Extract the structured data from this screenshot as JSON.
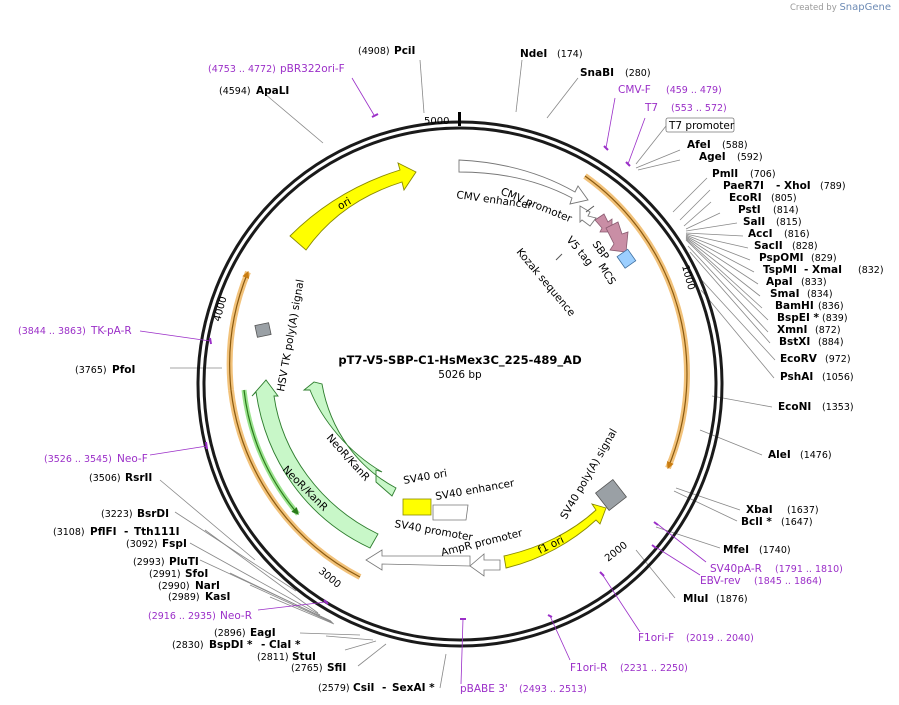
{
  "credit": {
    "prefix": "Created by",
    "brand": "SnapGene"
  },
  "plasmid": {
    "name": "pT7-V5-SBP-C1-HsMex3C_225-489_AD",
    "size_label": "5026 bp"
  },
  "ruler_ticks": [
    "1000",
    "2000",
    "3000",
    "4000",
    "5000"
  ],
  "sites": [
    {
      "name": "NdeI",
      "pos": "(174)"
    },
    {
      "name": "SnaBI",
      "pos": "(280)"
    },
    {
      "name": "AfeI",
      "pos": "(588)"
    },
    {
      "name": "AgeI",
      "pos": "(592)"
    },
    {
      "name": "PmlI",
      "pos": "(706)"
    },
    {
      "name": "PaeR7I",
      "sep": "-",
      "name2": "XhoI",
      "pos": "(789)"
    },
    {
      "name": "EcoRI",
      "pos": "(805)"
    },
    {
      "name": "PstI",
      "pos": "(814)"
    },
    {
      "name": "SalI",
      "pos": "(815)"
    },
    {
      "name": "AccI",
      "pos": "(816)"
    },
    {
      "name": "SacII",
      "pos": "(828)"
    },
    {
      "name": "PspOMI",
      "pos": "(829)"
    },
    {
      "name": "TspMI",
      "sep": "-",
      "name2": "XmaI",
      "pos": "(832)"
    },
    {
      "name": "ApaI",
      "pos": "(833)"
    },
    {
      "name": "SmaI",
      "pos": "(834)"
    },
    {
      "name": "BamHI",
      "pos": "(836)"
    },
    {
      "name": "BspEI *",
      "pos": "(839)"
    },
    {
      "name": "XmnI",
      "pos": "(872)"
    },
    {
      "name": "BstXI",
      "pos": "(884)"
    },
    {
      "name": "EcoRV",
      "pos": "(972)"
    },
    {
      "name": "PshAI",
      "pos": "(1056)"
    },
    {
      "name": "EcoNI",
      "pos": "(1353)"
    },
    {
      "name": "AleI",
      "pos": "(1476)"
    },
    {
      "name": "XbaI",
      "pos": "(1637)"
    },
    {
      "name": "BclI *",
      "pos": "(1647)"
    },
    {
      "name": "MfeI",
      "pos": "(1740)"
    },
    {
      "name": "MluI",
      "pos": "(1876)"
    },
    {
      "name": "CsiI",
      "sep": "-",
      "name2": "SexAI *",
      "pos": "(2579)"
    },
    {
      "name": "SfiI",
      "pos": "(2765)"
    },
    {
      "name": "StuI",
      "pos": "(2811)"
    },
    {
      "name": "BspDI *",
      "sep": "-",
      "name2": "ClaI *",
      "pos": "(2830)"
    },
    {
      "name": "EagI",
      "pos": "(2896)"
    },
    {
      "name": "KasI",
      "pos": "(2989)"
    },
    {
      "name": "NarI",
      "pos": "(2990)"
    },
    {
      "name": "SfoI",
      "pos": "(2991)"
    },
    {
      "name": "PluTI",
      "pos": "(2993)"
    },
    {
      "name": "FspI",
      "pos": "(3092)"
    },
    {
      "name": "PflFI",
      "sep": "-",
      "name2": "Tth111I",
      "pos": "(3108)"
    },
    {
      "name": "BsrDI",
      "pos": "(3223)"
    },
    {
      "name": "RsrII",
      "pos": "(3506)"
    },
    {
      "name": "PfoI",
      "pos": "(3765)"
    },
    {
      "name": "ApaLI",
      "pos": "(4594)"
    },
    {
      "name": "PciI",
      "pos": "(4908)"
    }
  ],
  "primers": [
    {
      "name": "CMV-F",
      "pos": "(459 .. 479)"
    },
    {
      "name": "T7",
      "pos": "(553 .. 572)"
    },
    {
      "name": "SV40pA-R",
      "pos": "(1791 .. 1810)"
    },
    {
      "name": "EBV-rev",
      "pos": "(1845 .. 1864)"
    },
    {
      "name": "F1ori-F",
      "pos": "(2019 .. 2040)"
    },
    {
      "name": "F1ori-R",
      "pos": "(2231 .. 2250)"
    },
    {
      "name": "pBABE 3'",
      "pos": "(2493 .. 2513)"
    },
    {
      "name": "Neo-R",
      "pos": "(2916 .. 2935)"
    },
    {
      "name": "Neo-F",
      "pos": "(3526 .. 3545)"
    },
    {
      "name": "TK-pA-R",
      "pos": "(3844 .. 3863)"
    },
    {
      "name": "pBR322ori-F",
      "pos": "(4753 .. 4772)"
    }
  ],
  "features": {
    "t7_promoter_box": "T7 promoter",
    "cmv_enhancer": "CMV enhancer",
    "cmv_promoter": "CMV promoter",
    "v5_tag": "V5 tag",
    "sbp": "SBP",
    "mcs": "MCS",
    "kozak": "Kozak sequence",
    "ori": "ori",
    "hsv_tk_polya": "HSV TK poly(A) signal",
    "neo_inner": "NeoR/KanR",
    "neo_outer": "NeoR/KanR",
    "sv40_ori": "SV40 ori",
    "sv40_enhancer": "SV40 enhancer",
    "sv40_promoter": "SV40 promoter",
    "ampr_promoter": "AmpR promoter",
    "f1_ori": "f1 ori",
    "sv40_polya": "SV40 poly(A) signal"
  },
  "colors": {
    "backbone": "#1a1a1a",
    "enzyme_text": "#000000",
    "primer": "#9b2fc8",
    "ori_fill": "#ffff00",
    "neo_fill": "#c8f7c8",
    "orf_highlight": "#f2c27a",
    "sbp_fill": "#c98ea5",
    "mcs_fill": "#9ccfff",
    "polya_fill": "#9aa0a5"
  }
}
